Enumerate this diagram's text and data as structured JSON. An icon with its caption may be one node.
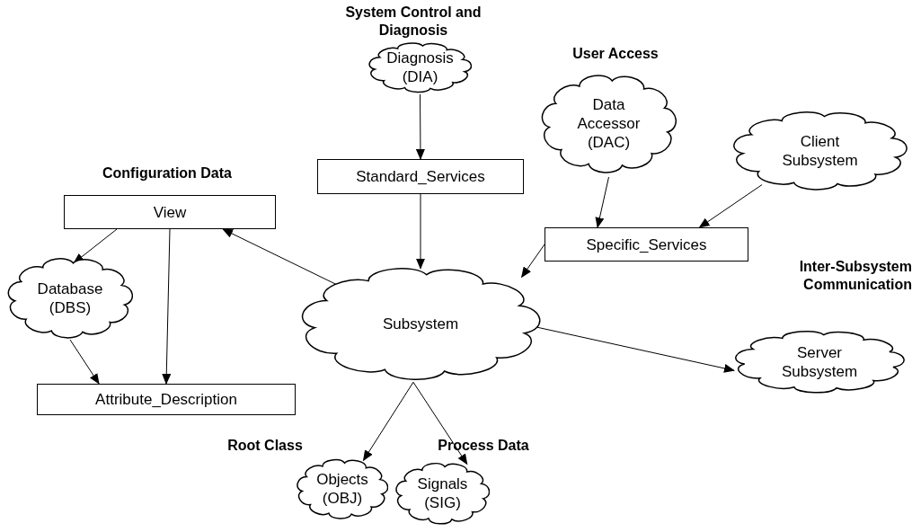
{
  "diagram": {
    "nodes": [
      {
        "text": [
          "Diagnosis (DIA)"
        ]
      },
      {
        "text": [
          "Standard_Services"
        ]
      },
      {
        "text": [
          "Data Accessor (DAC)"
        ]
      },
      {
        "text": [
          "Client Subsystem"
        ]
      },
      {
        "text": [
          "View"
        ]
      },
      {
        "text": [
          "Specific_Services"
        ]
      },
      {
        "text": [
          "Subsystem"
        ]
      },
      {
        "text": [
          "Database (DBS)"
        ]
      },
      {
        "text": [
          "Attribute_Description"
        ]
      },
      {
        "text": [
          "Server Subsystem"
        ]
      },
      {
        "text": [
          "Objects (OBJ)"
        ]
      },
      {
        "text": [
          "Signals (SIG)"
        ]
      }
    ],
    "edges": [
      {
        "from": 0,
        "to": 1,
        "arrow": "to"
      },
      {
        "from": 1,
        "to": 6,
        "arrow": "to"
      },
      {
        "from": 6,
        "to": 4,
        "arrow": "to"
      },
      {
        "from": 4,
        "to": 7,
        "arrow": "to"
      },
      {
        "from": 4,
        "to": 8,
        "arrow": "to"
      },
      {
        "from": 7,
        "to": 8,
        "arrow": "to"
      },
      {
        "from": 2,
        "to": 5,
        "arrow": "to"
      },
      {
        "from": 3,
        "to": 5,
        "arrow": "to"
      },
      {
        "from": 5,
        "to": 6,
        "arrow": "to"
      },
      {
        "from": 6,
        "to": 9,
        "arrow": "to"
      },
      {
        "from": 6,
        "to": 10,
        "arrow": "to"
      },
      {
        "from": 6,
        "to": 11,
        "arrow": "to"
      }
    ],
    "labels": [
      "System Control and Diagnosis",
      "User Access",
      "Configuration Data",
      "Inter-Subsystem Communication",
      "Root Class",
      "Process Data"
    ]
  }
}
